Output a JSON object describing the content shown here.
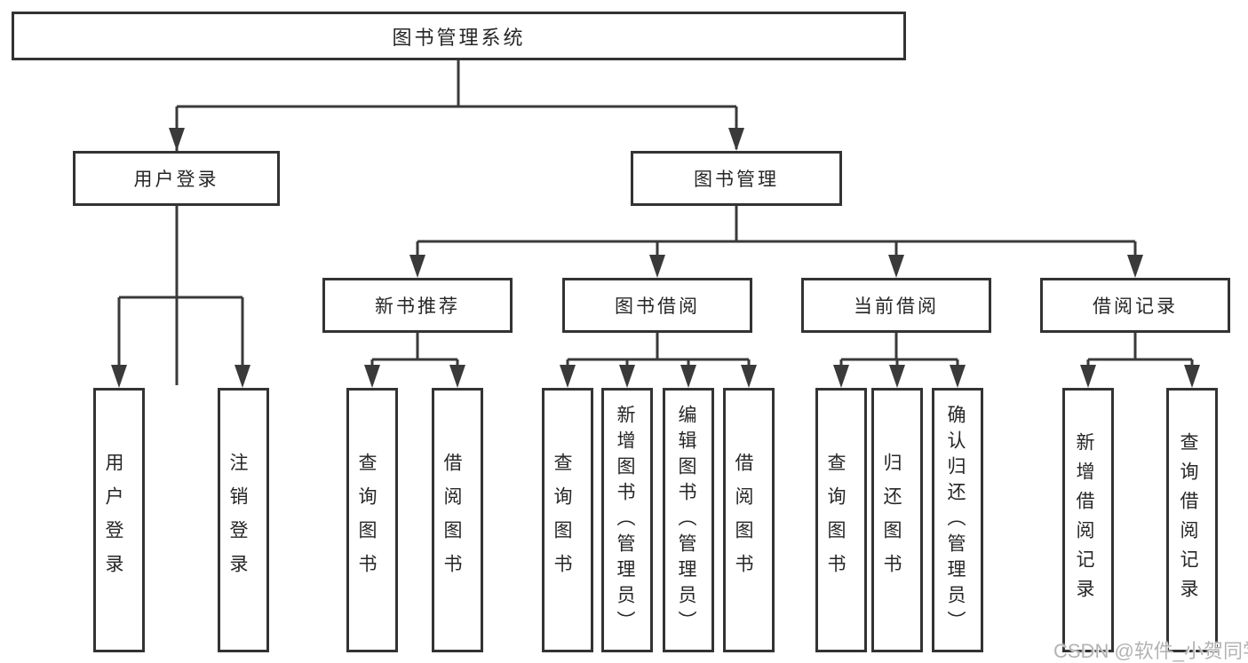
{
  "tree": {
    "root": {
      "label": "图书管理系统"
    },
    "user_login_branch": {
      "label": "用户登录",
      "leaves": [
        {
          "label": "用户登录"
        },
        {
          "label": "注销登录"
        }
      ]
    },
    "book_mgmt_branch": {
      "label": "图书管理",
      "sections": [
        {
          "label": "新书推荐",
          "leaves": [
            {
              "label": "查询图书"
            },
            {
              "label": "借阅图书"
            }
          ]
        },
        {
          "label": "图书借阅",
          "leaves": [
            {
              "label": "查询图书"
            },
            {
              "label": "新增图书（管理员）"
            },
            {
              "label": "编辑图书（管理员）"
            },
            {
              "label": "借阅图书"
            }
          ]
        },
        {
          "label": "当前借阅",
          "leaves": [
            {
              "label": "查询图书"
            },
            {
              "label": "归还图书"
            },
            {
              "label": "确认归还（管理员）"
            }
          ]
        },
        {
          "label": "借阅记录",
          "leaves": [
            {
              "label": "新增借阅记录"
            },
            {
              "label": "查询借阅记录"
            }
          ]
        }
      ]
    }
  },
  "watermark": {
    "text": "CSDN @软件_小贺同学"
  },
  "colors": {
    "line": "#3a3a3a",
    "box_border": "#333333",
    "text": "#262626",
    "watermark": "#b3b3b3",
    "background": "#ffffff"
  }
}
